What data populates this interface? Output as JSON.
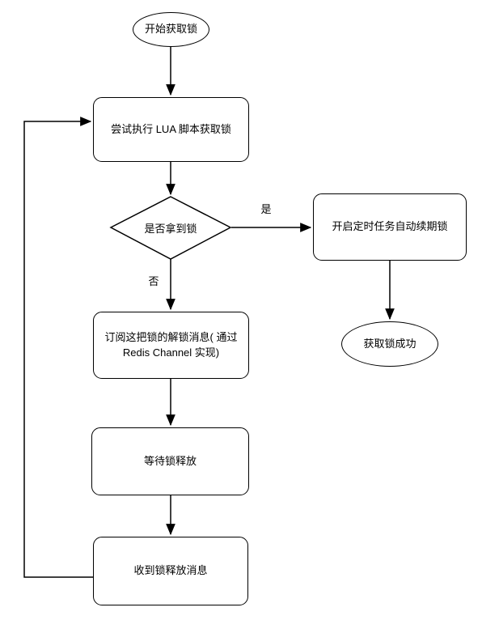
{
  "flowchart": {
    "nodes": {
      "start": {
        "label": "开始获取锁",
        "shape": "ellipse"
      },
      "try_lua": {
        "label": "尝试执行 LUA 脚本获取锁",
        "shape": "rounded-rect"
      },
      "decision": {
        "label": "是否拿到锁",
        "shape": "diamond"
      },
      "renew": {
        "label": "开启定时任务自动续期锁",
        "shape": "rounded-rect"
      },
      "success": {
        "label": "获取锁成功",
        "shape": "ellipse"
      },
      "subscribe": {
        "label": "订阅这把锁的解锁消息( 通过 Redis Channel 实现)",
        "shape": "rounded-rect"
      },
      "wait_release": {
        "label": "等待锁释放",
        "shape": "rounded-rect"
      },
      "received_release": {
        "label": "收到锁释放消息",
        "shape": "rounded-rect"
      }
    },
    "edge_labels": {
      "yes": "是",
      "no": "否"
    },
    "colors": {
      "stroke": "#000000",
      "node_fill": "#ffffff",
      "text": "#000000",
      "background": "#ffffff"
    }
  }
}
